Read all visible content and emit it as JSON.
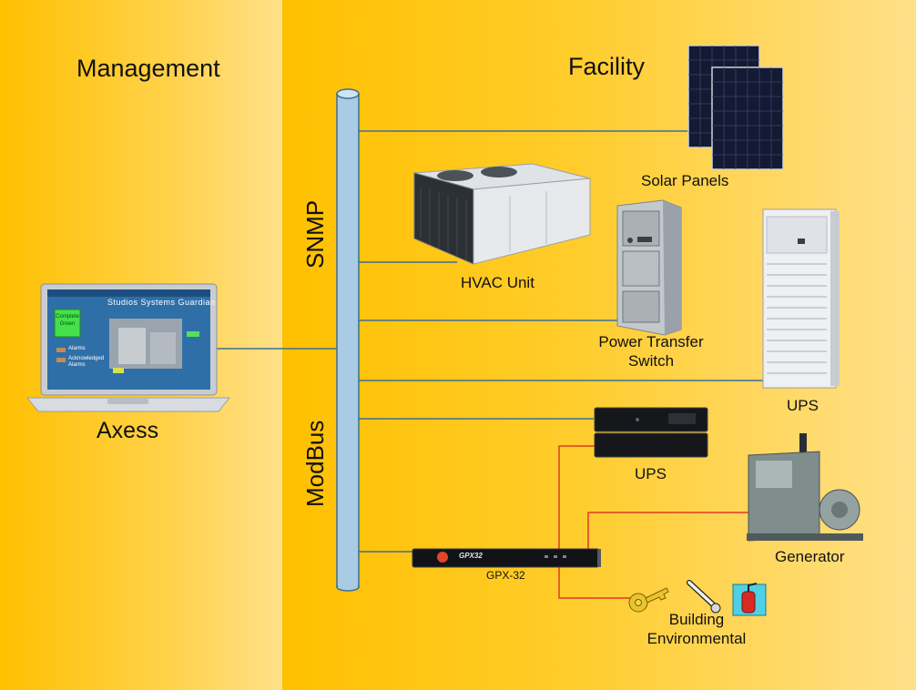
{
  "panels": {
    "management_title": "Management",
    "facility_title": "Facility"
  },
  "bus": {
    "snmp_label": "SNMP",
    "modbus_label": "ModBus"
  },
  "axess": {
    "label": "Axess",
    "screen_title": "Studios Systems Guardian",
    "screen_badge": "Complete Green",
    "legend_alarms": "Alarms",
    "legend_ack": "Acknowledged Alarms"
  },
  "devices": {
    "solar_panels": "Solar Panels",
    "hvac_unit": "HVAC Unit",
    "power_transfer_switch_line1": "Power Transfer",
    "power_transfer_switch_line2": "Switch",
    "ups_tower": "UPS",
    "ups_rack": "UPS",
    "gpx32": "GPX-32",
    "gpx32_faceplate": "GPX32",
    "generator": "Generator",
    "building_env_line1": "Building",
    "building_env_line2": "Environmental"
  },
  "colors": {
    "bus_fill": "#a9cbe3",
    "bus_stroke": "#3a6e97",
    "snmp_link": "#3f6f97",
    "serial_link": "#e03b24"
  }
}
